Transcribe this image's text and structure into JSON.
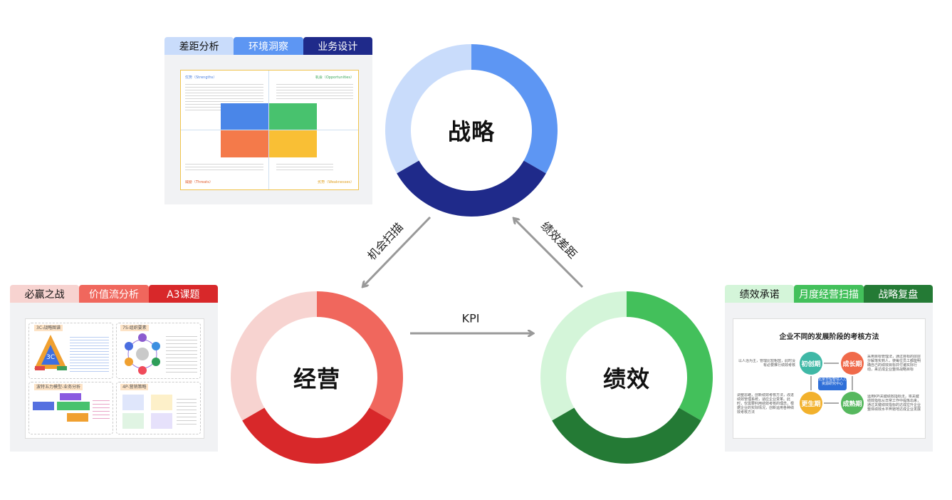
{
  "strategy": {
    "label": "战略",
    "tabs": [
      "差距分析",
      "环境洞察",
      "业务设计"
    ],
    "colors": [
      "#c9dcfb",
      "#5d96f3",
      "#1f2a8a"
    ],
    "swot": {
      "s": "优势（Strengths）",
      "o": "机会（Opportunities）",
      "t": "威胁（Threats）",
      "w": "劣势（Weaknesses）"
    }
  },
  "operation": {
    "label": "经营",
    "tabs": [
      "必赢之战",
      "价值流分析",
      "A3课题"
    ],
    "colors": [
      "#f7d3d0",
      "#f0675d",
      "#d8282a"
    ],
    "doc": {
      "a": "3C-战略图谱",
      "b": "7S-组织要素",
      "c": "波特五力模型-业务分析",
      "d": "4P-营销策略",
      "center": "3C"
    }
  },
  "performance": {
    "label": "绩效",
    "tabs": [
      "绩效承诺",
      "月度经营扫描",
      "战略复盘"
    ],
    "colors": [
      "#d4f5d9",
      "#43c05b",
      "#247a35"
    ],
    "doc": {
      "title": "企业不同的发展阶段的考核方法",
      "stages": [
        "初创期",
        "成长期",
        "成熟期",
        "更生期"
      ],
      "center": "北京华恒智信人力资源研究中心",
      "text_tl": "以人治为主，管理比较粗放，此时没有必要推行绩效考核",
      "text_tr": "采用目标管理法，通过目标的层层分解落实到人，使每位员工都能明确自己的绩效目标并付诸实际行动，来达成企业整体战略目标",
      "text_bl": "调整思路，创新绩效考核方法，改进绩效管理系统，适应企业变革。此时，仅需要利用绩效考核的理念，根据企业的实际情况，创新运用各种绩效考核方法",
      "text_br": "运用KPI关键绩效指标法，将关键绩效指标从日常工作中提炼出来，通过关键绩效指标的达成拉升企业整体绩效水平奔驰地达成企业发展"
    }
  },
  "arrows": {
    "left": "机会扫描",
    "right": "绩效差距",
    "bottom": "KPI"
  }
}
